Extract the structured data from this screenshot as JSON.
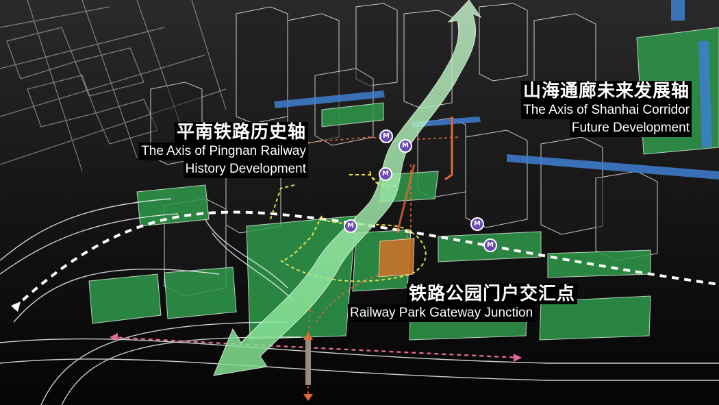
{
  "labels": {
    "pingnan": {
      "cn": "平南铁路历史轴",
      "en_line1": "The Axis of Pingnan Railway",
      "en_line2": "History Development"
    },
    "shanhai": {
      "cn": "山海通廊未来发展轴",
      "en_line1": "The Axis of Shanhai Corridor",
      "en_line2": "Future Development"
    },
    "gateway": {
      "cn": "铁路公园门户交汇点",
      "en": "Railway Park Gateway Junction"
    }
  },
  "metro_symbol": "M",
  "colors": {
    "park_green": "#2f9a4c",
    "axis_green": "#7fe08e",
    "water_blue": "#3f7fd0",
    "junction_orange": "#c8732a",
    "metro_purple": "#6b4ab0",
    "dashed_yellow": "#e6e04a",
    "dashed_pink": "#e0689a",
    "dashed_orange": "#e06a3a"
  }
}
